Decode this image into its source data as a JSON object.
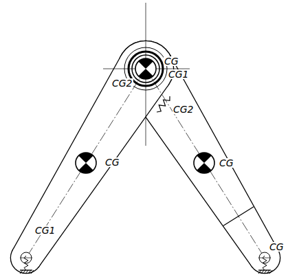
{
  "diagram": {
    "labels": [
      "CG",
      "CG1",
      "CG2",
      "CG2",
      "CG",
      "CG",
      "CG1",
      "CG"
    ]
  }
}
